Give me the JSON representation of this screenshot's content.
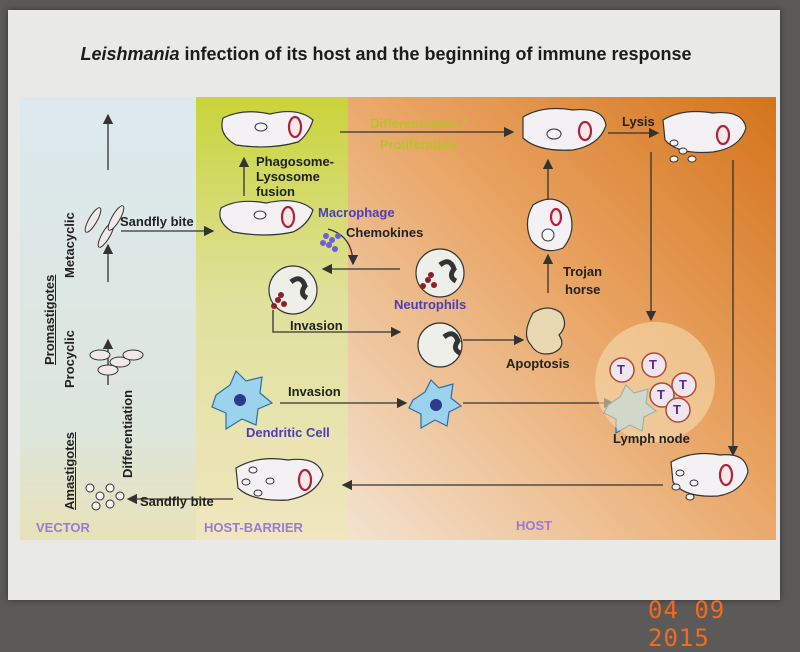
{
  "title": {
    "italic": "Leishmania",
    "rest": " infection of its host and the beginning of immune response"
  },
  "regions": {
    "vector": "VECTOR",
    "host_barrier": "HOST-BARRIER",
    "host": "HOST"
  },
  "labels": {
    "promastigotes": "Promastigotes",
    "metacyclic": "Metacyclic",
    "procyclic": "Procyclic",
    "amastigotes": "Amastigotes",
    "differentiation_vert": "Differentiation",
    "sandfly_bite_top": "Sandfly bite",
    "sandfly_bite_bottom": "Sandfly bite",
    "phagosome_1": "Phagosome-",
    "phagosome_2": "Lysosome",
    "phagosome_3": "fusion",
    "macrophage": "Macrophage",
    "chemokines": "Chemokines",
    "neutrophils": "Neutrophils",
    "invasion_1": "Invasion",
    "invasion_2": "Invasion",
    "dendritic_cell": "Dendritic Cell",
    "differentiation_1": "Differentiation /",
    "differentiation_2": "Proliferation",
    "lysis": "Lysis",
    "trojan_1": "Trojan",
    "trojan_2": "horse",
    "apoptosis": "Apoptosis",
    "lymph_node": "Lymph node",
    "t": "T"
  },
  "date_stamp": "04 09 2015",
  "colors": {
    "vector_bg": "#d9e6ea",
    "barrier_bg": "#cfd84a",
    "host_bg": "#d98a3a",
    "accent_text": "#4a3fb6"
  }
}
